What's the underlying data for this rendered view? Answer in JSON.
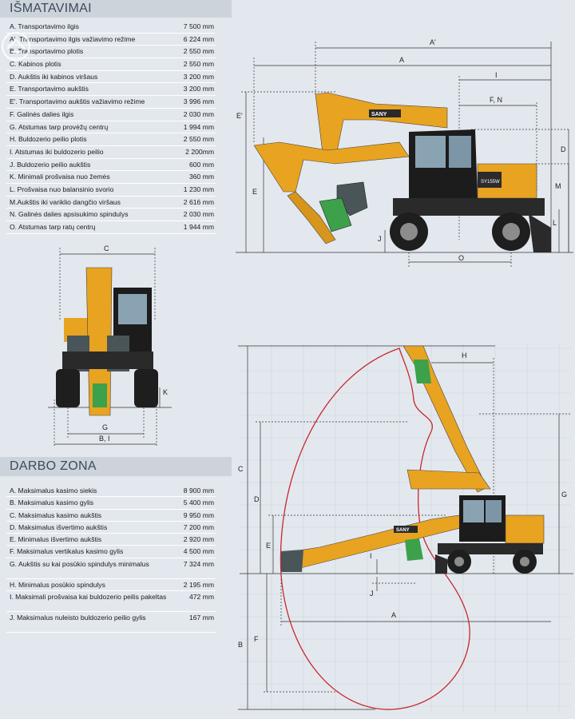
{
  "dimensions": {
    "title": "IŠMATAVIMAI",
    "rows": [
      {
        "label": "A. Transportavimo ilgis",
        "value": "7 500 mm"
      },
      {
        "label": "A'. Transportavimo ilgis važiavimo režime",
        "value": "6 224 mm"
      },
      {
        "label": "B. Transportavimo plotis",
        "value": "2 550 mm"
      },
      {
        "label": "C. Kabinos plotis",
        "value": "2 550 mm"
      },
      {
        "label": "D. Aukštis iki kabinos viršaus",
        "value": "3 200 mm"
      },
      {
        "label": "E. Transportavimo aukštis",
        "value": "3 200 mm"
      },
      {
        "label": "E'. Transportavimo aukštis važiavimo režime",
        "value": "3 996 mm"
      },
      {
        "label": "F. Galinės dalies ilgis",
        "value": "2 030 mm"
      },
      {
        "label": "G. Atstumas tarp provėžų centrų",
        "value": "1 994 mm"
      },
      {
        "label": "H. Buldozerio peilio plotis",
        "value": "2 550 mm"
      },
      {
        "label": "I. Atstumas iki buldozerio peilio",
        "value": "2 200mm"
      },
      {
        "label": "J. Buldozerio peilio aukštis",
        "value": "600 mm"
      },
      {
        "label": "K. Minimali prošvaisa nuo žemės",
        "value": "360 mm"
      },
      {
        "label": "L. Prošvaisa nuo balansinio svorio",
        "value": "1 230 mm"
      },
      {
        "label": "M.Aukštis iki variklio dangčio viršaus",
        "value": "2 616 mm"
      },
      {
        "label": "N. Galinės dalies apsisukimo spindulys",
        "value": "2 030 mm"
      },
      {
        "label": "O. Atstumas tarp ratų centrų",
        "value": "1 944 mm"
      }
    ]
  },
  "work_zone": {
    "title": "DARBO ZONA",
    "rows": [
      {
        "label": "A. Maksimalus kasimo siekis",
        "value": "8 900 mm"
      },
      {
        "label": "B. Maksimalus kasimo gylis",
        "value": "5 400 mm"
      },
      {
        "label": "C. Maksimalus kasimo aukštis",
        "value": "9 950 mm"
      },
      {
        "label": "D. Maksimalus išvertimo aukštis",
        "value": "7 200 mm"
      },
      {
        "label": "E. Minimalus išvertimo aukštis",
        "value": "2 920 mm"
      },
      {
        "label": "F. Maksimalus vertikalus kasimo gylis",
        "value": "4 500 mm"
      },
      {
        "label": "G. Aukštis su kai posūkio spindulys minimalus",
        "value": "7 324 mm"
      },
      {
        "label": "H. Minimalus posūkio spindulys",
        "value": "2 195 mm"
      },
      {
        "label": "I. Maksimali prošvaisa kai buldozerio peilis pakeltas",
        "value": "472 mm"
      },
      {
        "label": "J. Maksimalus nuleisto buldozerio peilio gylis",
        "value": "167 mm"
      }
    ]
  },
  "diagram_labels": {
    "side": {
      "A1": "A'",
      "A": "A",
      "I": "I",
      "FN": "F, N",
      "E1": "E'",
      "E": "E",
      "D": "D",
      "M": "M",
      "L": "L",
      "J": "J",
      "O": "O"
    },
    "front": {
      "C": "C",
      "K": "K",
      "G": "G",
      "BI": "B, I"
    },
    "work": {
      "H": "H",
      "C": "C",
      "D": "D",
      "E": "E",
      "G": "G",
      "I": "I",
      "J": "J",
      "A": "A",
      "B": "B",
      "F": "F"
    },
    "machine_badge": "SANY",
    "model": "SY155W"
  },
  "colors": {
    "machine": "#e8a321",
    "header_bg": "#cdd3da",
    "reach": "#c8272c"
  }
}
